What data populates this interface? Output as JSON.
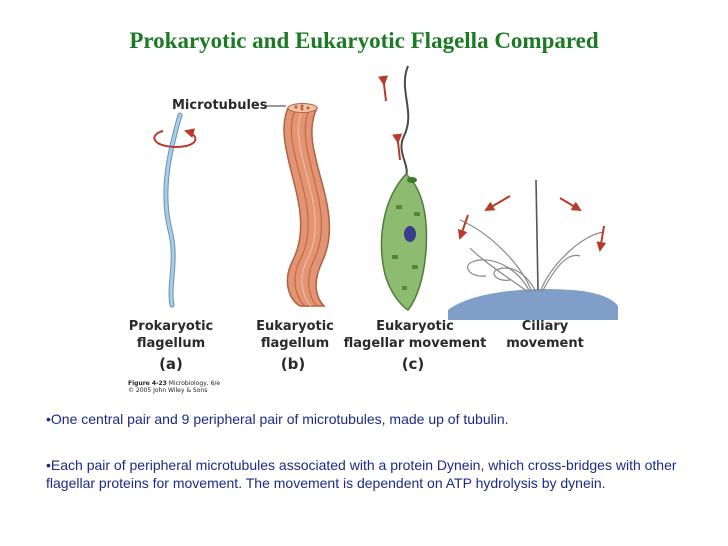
{
  "title": "Prokaryotic and Eukaryotic Flagella Compared",
  "figure": {
    "microtubules_label": "Microtubules",
    "labels": [
      {
        "line1": "Prokaryotic",
        "line2": "flagellum",
        "tag": "(a)"
      },
      {
        "line1": "Eukaryotic",
        "line2": "flagellum",
        "tag": "(b)"
      },
      {
        "line1": "Eukaryotic",
        "line2": "flagellar movement",
        "tag": "(c)"
      },
      {
        "line1": "Ciliary",
        "line2": "movement",
        "tag": ""
      }
    ],
    "caption_title": "Figure 4-23",
    "caption_book": " Microbiology, 6/e",
    "caption_copyright": "© 2005 John Wiley & Sons",
    "colors": {
      "prokaryotic": "#8ab8d8",
      "eukaryotic": "#e0916a",
      "euglena": "#8dbb6f",
      "arrows": "#b83a2a",
      "cell_surface": "#7f9ec8"
    }
  },
  "bullets": [
    "•One central pair and 9 peripheral pair of microtubules, made up of tubulin.",
    "•Each pair of peripheral microtubules associated with a protein Dynein, which cross-bridges with other flagellar proteins for movement. The movement is dependent  on ATP hydrolysis by dynein."
  ]
}
